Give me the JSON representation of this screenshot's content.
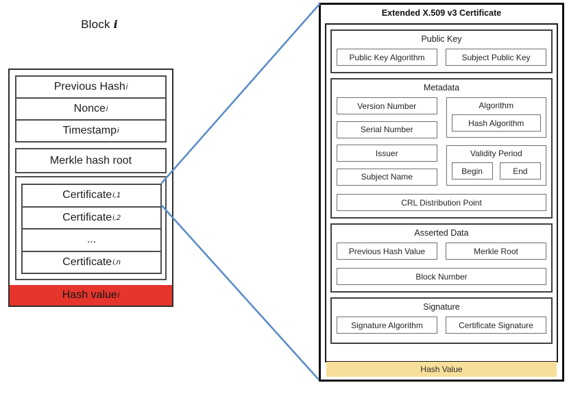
{
  "left_block": {
    "title_label": "Block",
    "title_index": "i",
    "header_rows": [
      {
        "label": "Previous Hash",
        "sub": "i"
      },
      {
        "label": "Nonce",
        "sub": "i"
      },
      {
        "label": "Timestamp",
        "sub": "i"
      }
    ],
    "merkle_label": "Merkle hash root",
    "cert_rows": [
      {
        "label": "Certificate",
        "sub": "i,1"
      },
      {
        "label": "Certificate",
        "sub": "i,2"
      },
      {
        "label": "...",
        "sub": ""
      },
      {
        "label": "Certificate",
        "sub": "i,n"
      }
    ],
    "hash_label": "Hash value",
    "hash_sub": "i",
    "hash_bg_color": "#e5352c"
  },
  "cert_panel": {
    "title": "Extended X.509 v3 Certificate",
    "public_key": {
      "title": "Public Key",
      "cells": [
        "Public Key Algorithm",
        "Subject Public Key"
      ]
    },
    "metadata": {
      "title": "Metadata",
      "left_cells": [
        "Version Number",
        "Serial Number",
        "Issuer",
        "Subject Name"
      ],
      "algorithm_group": {
        "title": "Algorithm",
        "cell": "Hash Algorithm"
      },
      "validity_group": {
        "title": "Validity Period",
        "cells": [
          "Begin",
          "End"
        ]
      },
      "wide_cell": "CRL Distribution Point"
    },
    "asserted_data": {
      "title": "Asserted Data",
      "cells": [
        "Previous Hash Value",
        "Merkle Root"
      ],
      "wide_cell": "Block Number"
    },
    "signature": {
      "title": "Signature",
      "cells": [
        "Signature Algorithm",
        "Certificate Signature"
      ]
    },
    "hash_bar": {
      "label": "Hash Value",
      "bg_color": "#f7df99"
    }
  },
  "connector": {
    "color": "#5b8cc8"
  }
}
